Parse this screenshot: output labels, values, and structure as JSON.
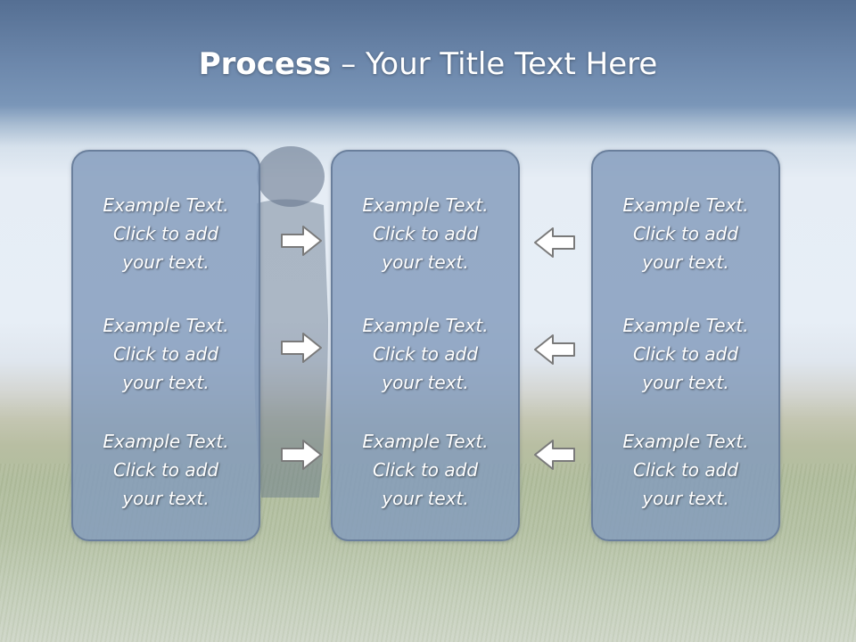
{
  "slide": {
    "title_bold": "Process",
    "title_rest": " – Your Title Text Here"
  },
  "columns": [
    {
      "blocks": [
        {
          "line1": "Example Text.",
          "line2": "Click  to add",
          "line3": "your text."
        },
        {
          "line1": "Example Text.",
          "line2": "Click  to add",
          "line3": "your text."
        },
        {
          "line1": "Example Text.",
          "line2": "Click  to add",
          "line3": "your text."
        }
      ]
    },
    {
      "blocks": [
        {
          "line1": "Example Text.",
          "line2": "Click  to add",
          "line3": "your text."
        },
        {
          "line1": "Example Text.",
          "line2": "Click  to add",
          "line3": "your text."
        },
        {
          "line1": "Example Text.",
          "line2": "Click  to add",
          "line3": "your text."
        }
      ]
    },
    {
      "blocks": [
        {
          "line1": "Example Text.",
          "line2": "Click  to add",
          "line3": "your text."
        },
        {
          "line1": "Example Text.",
          "line2": "Click  to add",
          "line3": "your text."
        },
        {
          "line1": "Example Text.",
          "line2": "Click  to add",
          "line3": "your text."
        }
      ]
    }
  ],
  "arrows": {
    "left_column": "arrow-right-icon",
    "right_column": "arrow-left-icon"
  },
  "colors": {
    "panel_fill": "#839bbc",
    "panel_border": "#6a7f9c",
    "arrow_fill": "#ffffff",
    "arrow_stroke": "#7a7a7a",
    "title_text": "#ffffff"
  }
}
